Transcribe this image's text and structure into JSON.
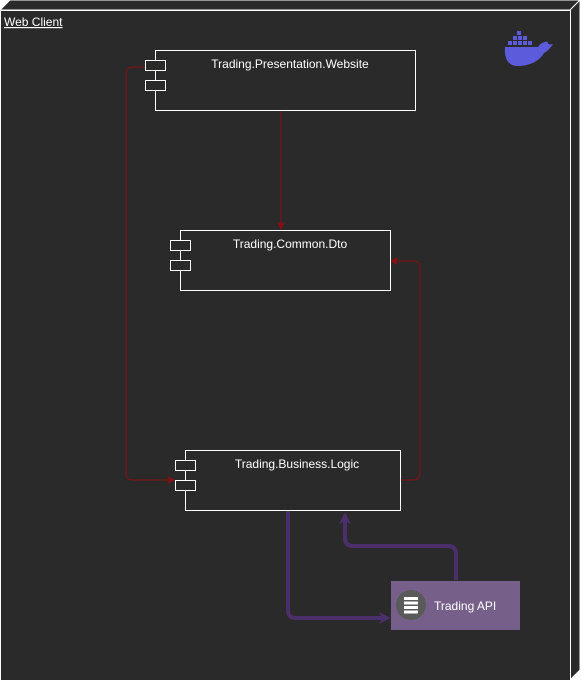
{
  "node": {
    "label": "Web Client"
  },
  "components": [
    {
      "id": "presentation",
      "label": "Trading.Presentation.Website"
    },
    {
      "id": "dto",
      "label": "Trading.Common.Dto"
    },
    {
      "id": "business",
      "label": "Trading.Business.Logic"
    }
  ],
  "external": {
    "label": "Trading API",
    "icon": "server-icon"
  },
  "badge": {
    "icon": "docker-whale-icon"
  },
  "colors": {
    "background": "#2a2a2a",
    "border": "#ffffff",
    "dependency_arrow": "#8b0d12",
    "api_arrow": "#4a2f6b",
    "api_box": "#76608a",
    "docker": "#5b5bdc"
  }
}
